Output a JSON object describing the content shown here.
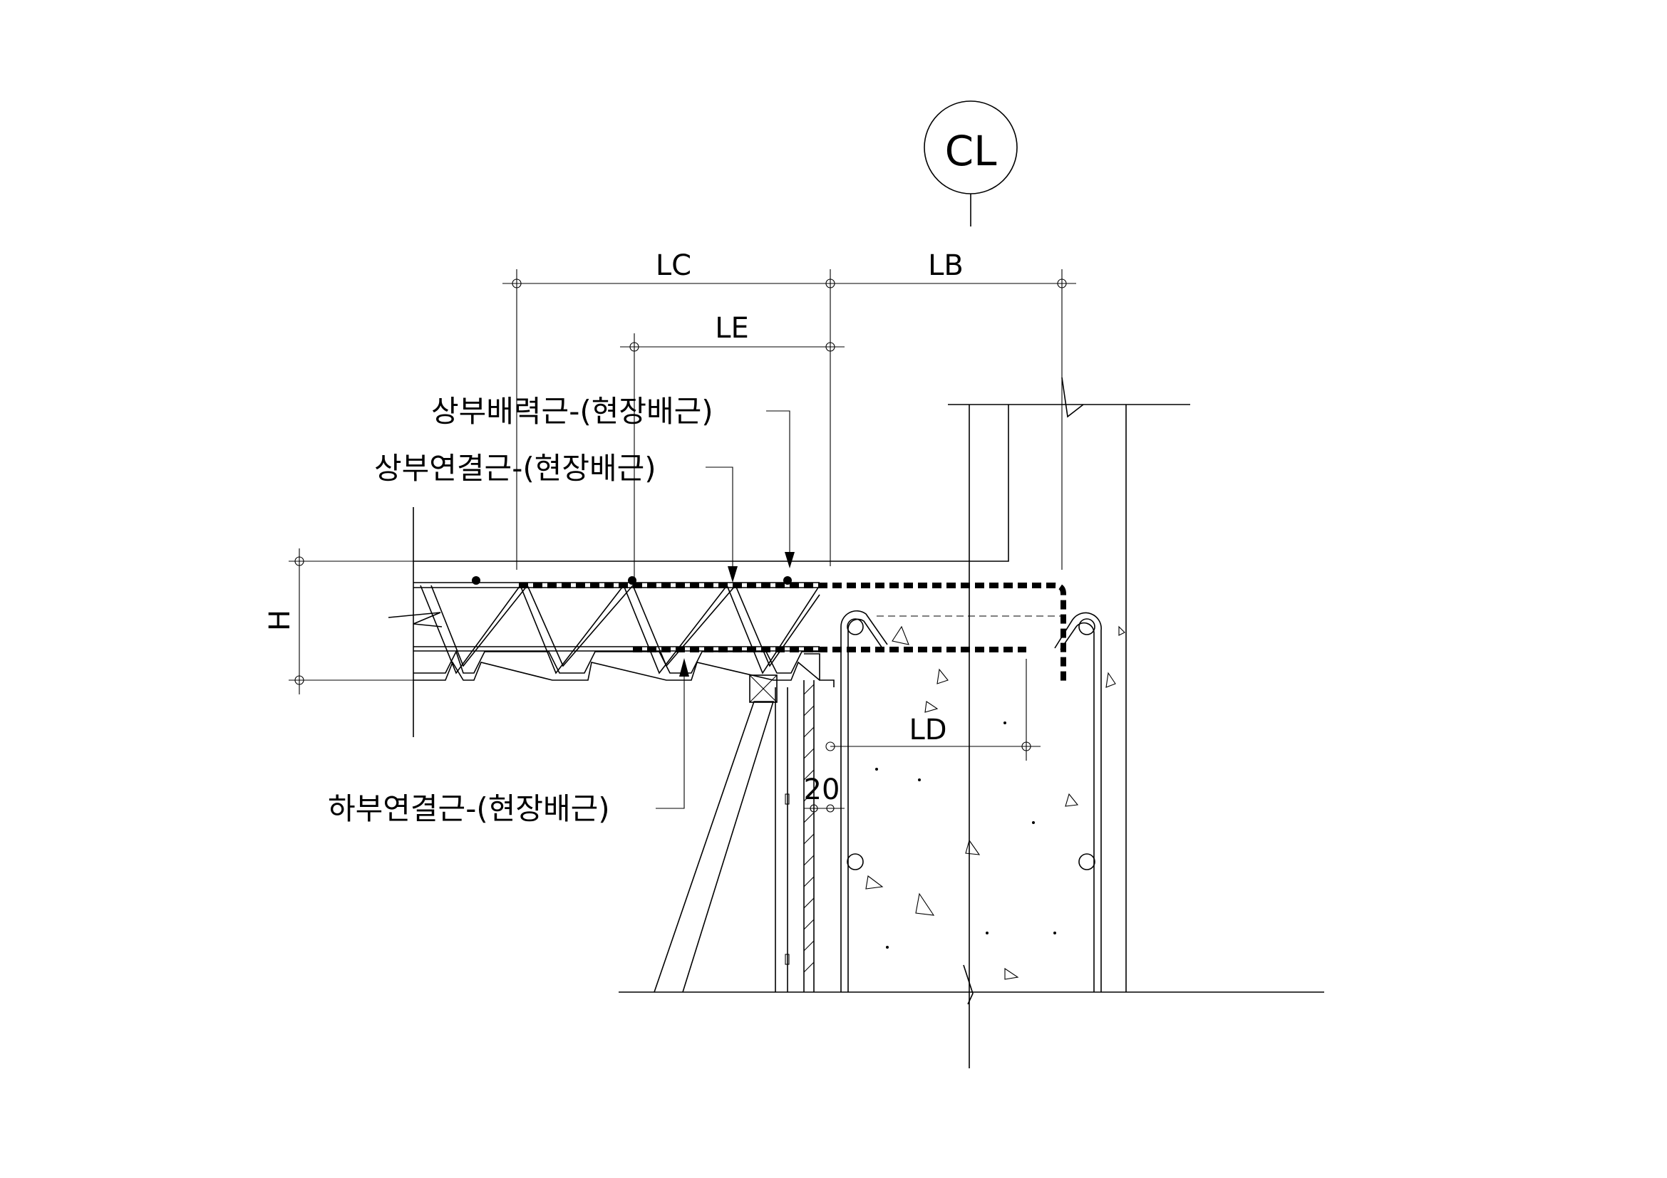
{
  "centerline": {
    "symbol": "CL"
  },
  "dimensions": {
    "lc": "LC",
    "lb": "LB",
    "le": "LE",
    "ld": "LD",
    "h": "H",
    "gap": "20"
  },
  "labels": {
    "top_main": "상부배력근-(현장배근)",
    "top_connect": "상부연결근-(현장배근)",
    "bottom_connect": "하부연결근-(현장배근)"
  },
  "colors": {
    "line": "#000000",
    "background": "#ffffff"
  }
}
